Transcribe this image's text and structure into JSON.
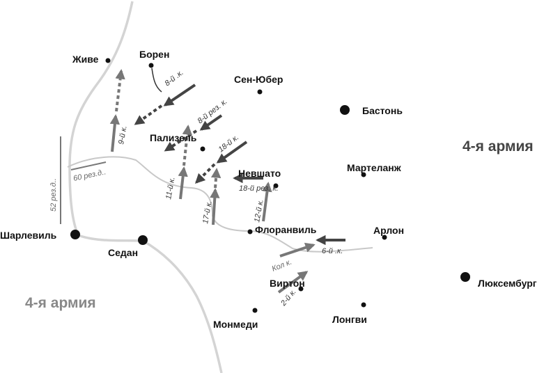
{
  "towns": {
    "zhive": "Живе",
    "boren": "Борен",
    "sen_juber": "Сен-Юбер",
    "baston": "Бастонь",
    "palizel": "Пализель",
    "nevshato": "Невшато",
    "martelanzh": "Мартеланж",
    "sharlevil": "Шарлевиль",
    "sedan": "Седан",
    "floranvil": "Флоранвиль",
    "arlon": "Арлон",
    "virton": "Виртон",
    "luxemburg": "Люксембург",
    "monmedi": "Монмеди",
    "longvi": "Лонгви"
  },
  "armies": {
    "east": "4-я армия",
    "west": "4-я армия"
  },
  "units": {
    "k8": "8-й .к.",
    "k8res": "8-й рез. к.",
    "k9": "9-й к.",
    "k18": "18-й к.",
    "k18res": "18-й рез. к.",
    "k11": "11-й к.",
    "k17": "17-й к.",
    "k12": "12-й к.",
    "k6": "6-й .к.",
    "kol": "Кол к.",
    "k2": "2-й к.",
    "rd60": "60 рез.д..",
    "rd52": "52 рез.д.."
  },
  "colors": {
    "german_arrow": "#444444",
    "french_arrow": "#777777",
    "front_line": "#c8c8c8",
    "river": "#d2d2d2"
  }
}
